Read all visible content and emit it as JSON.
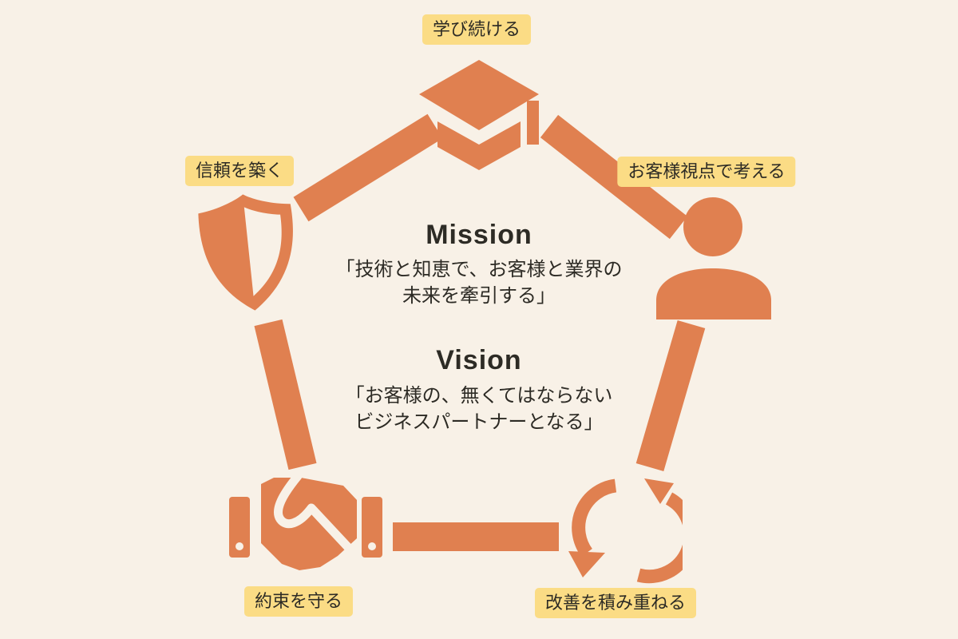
{
  "palette": {
    "background": "#f8f1e7",
    "accent": "#e08050",
    "label_bg": "#fbdc85",
    "text": "#2d2b25"
  },
  "center": {
    "mission": {
      "title": "Mission",
      "line1": "「技術と知恵で、お客様と業界の",
      "line2": "未来を牽引する」"
    },
    "vision": {
      "title": "Vision",
      "line1": "「お客様の、無くてはならない",
      "line2": "ビジネスパートナーとなる」"
    }
  },
  "values": {
    "learn": {
      "label": "学び続ける",
      "icon": "graduation-cap"
    },
    "customer": {
      "label": "お客様視点で考える",
      "icon": "person"
    },
    "improve": {
      "label": "改善を積み重ねる",
      "icon": "cycle-arrows"
    },
    "promise": {
      "label": "約束を守る",
      "icon": "handshake"
    },
    "trust": {
      "label": "信頼を築く",
      "icon": "shield"
    }
  }
}
